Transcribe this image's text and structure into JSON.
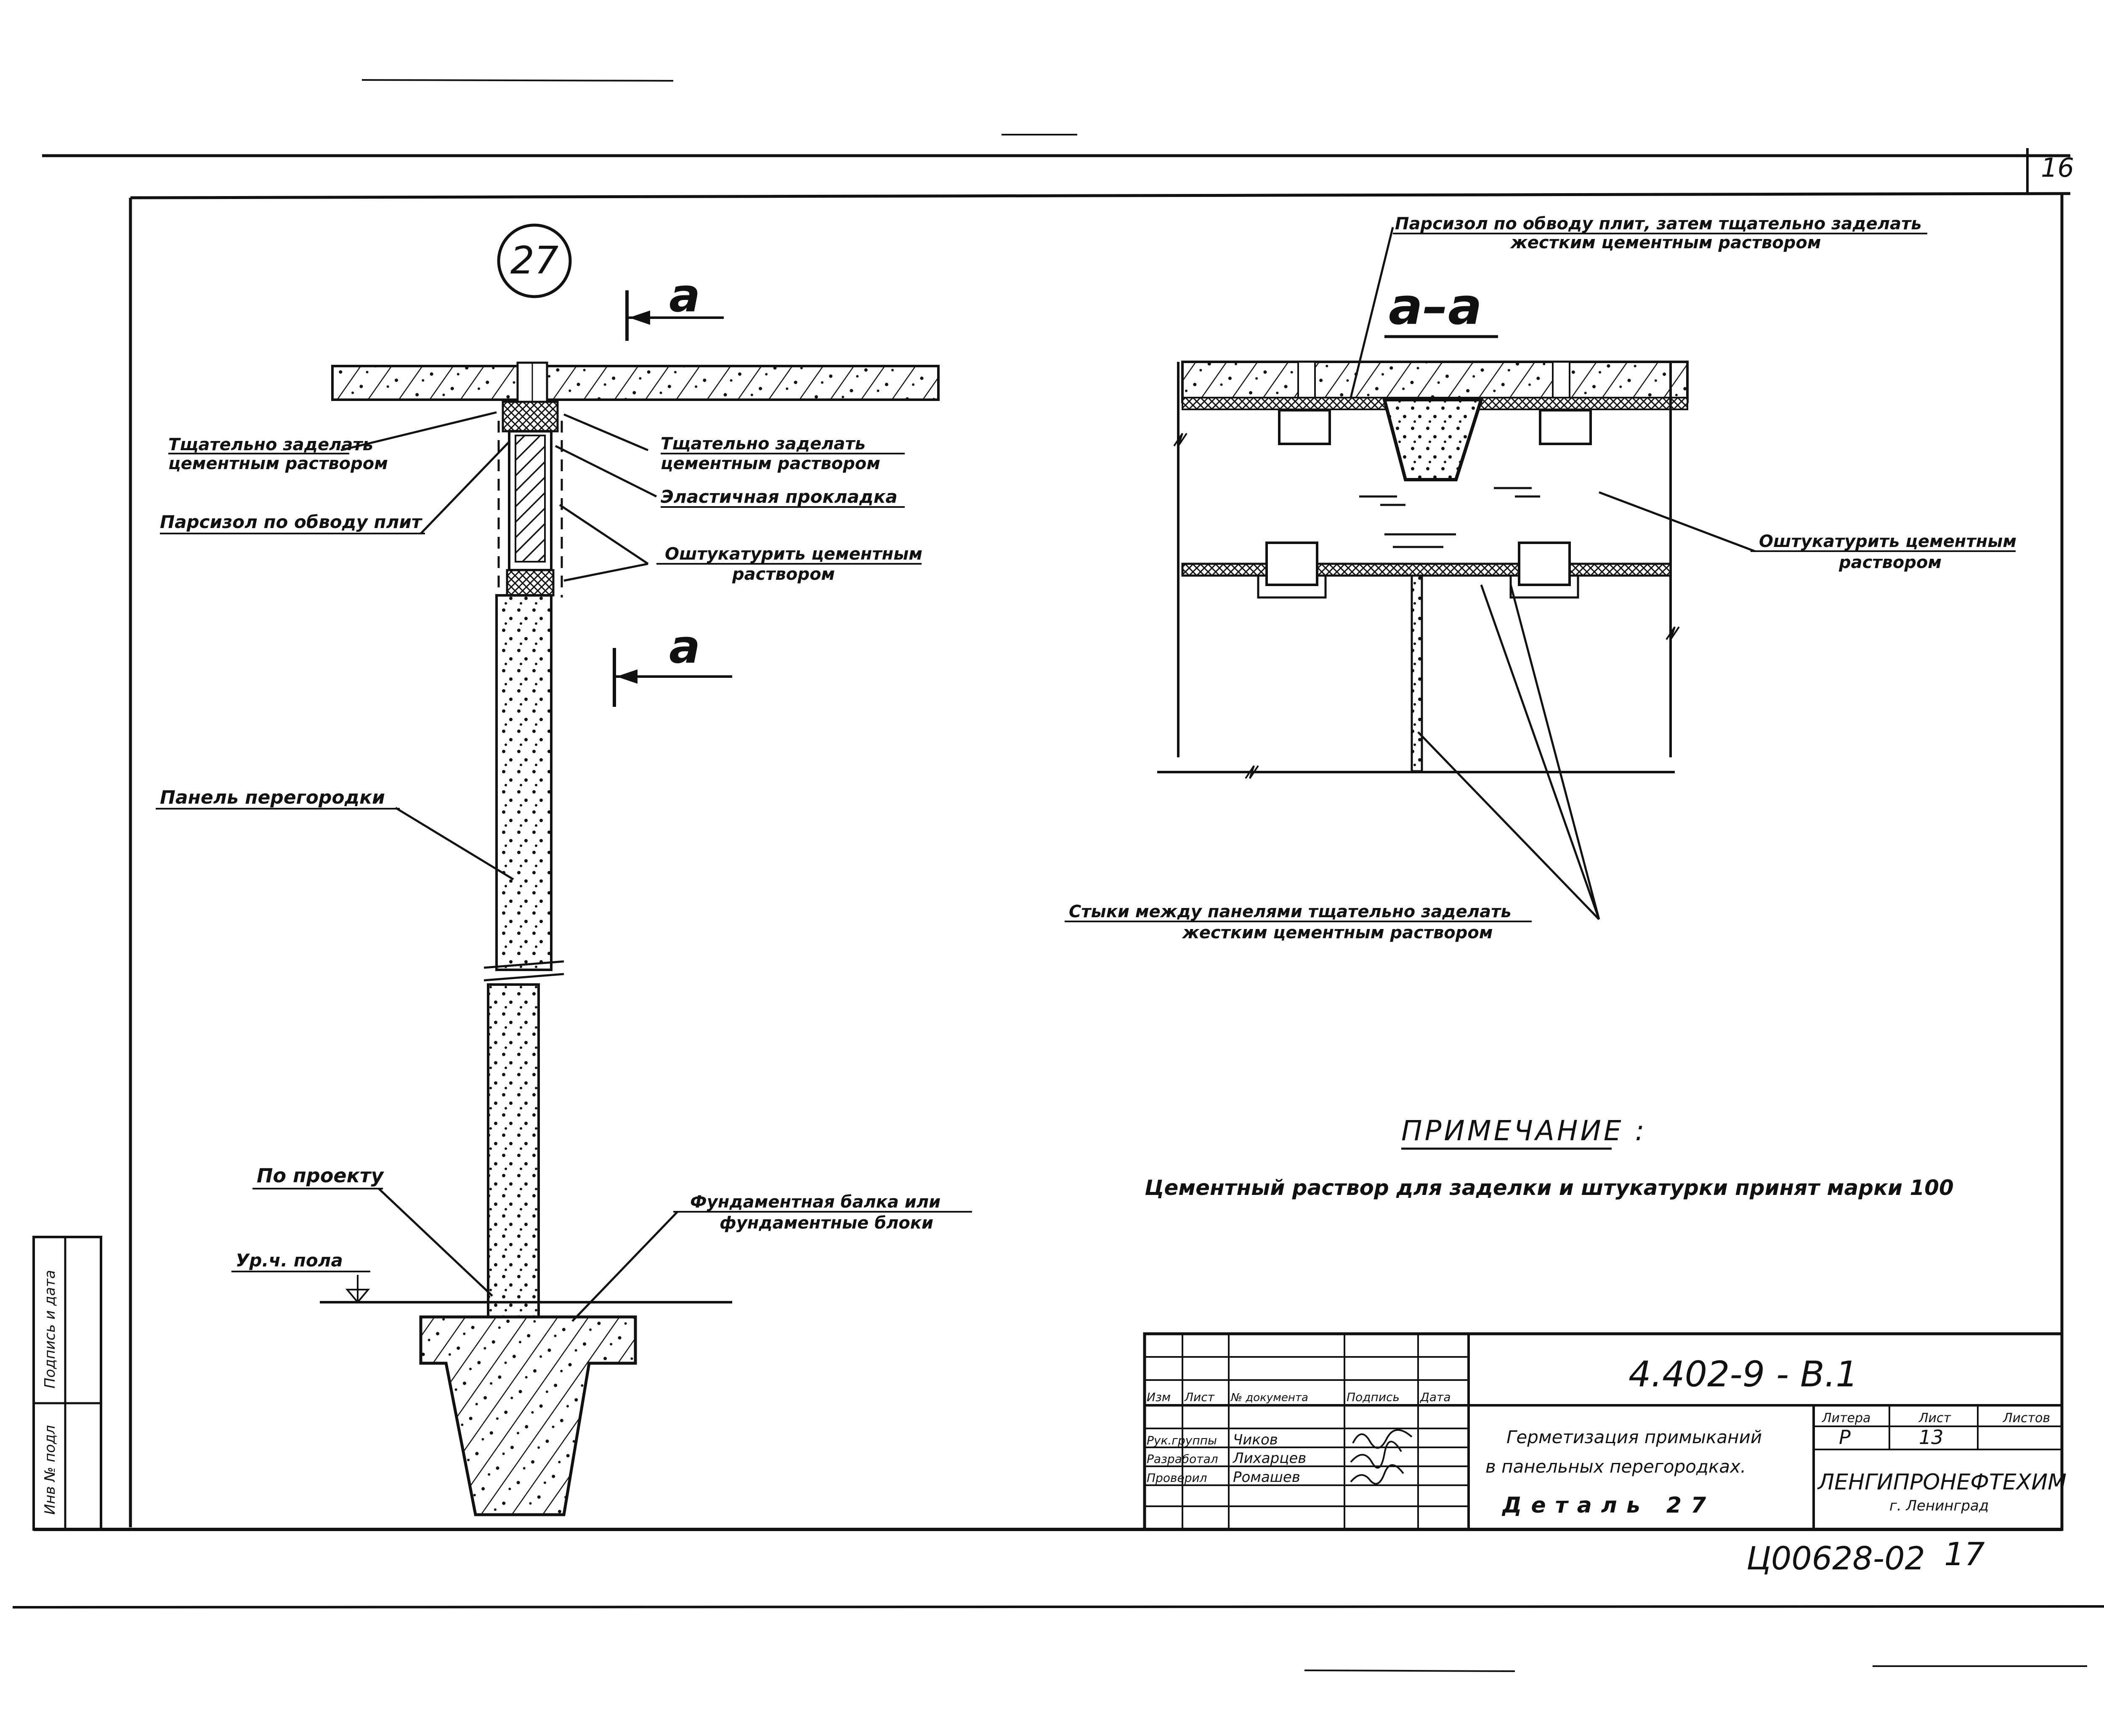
{
  "sheet": {
    "page_number": "16",
    "detail_number": "27",
    "section_mark": "а",
    "section_title": "а–а"
  },
  "left_callouts": {
    "seal_left": [
      "Тщательно заделать",
      "цементным раствором"
    ],
    "seal_right": [
      "Тщательно заделать",
      "цементным раствором"
    ],
    "elastic_gasket": "Эластичная прокладка",
    "parsizol": "Парсизол по обводу плит",
    "plaster": [
      "Оштукатурить цементным",
      "раствором"
    ],
    "partition_panel": "Панель перегородки",
    "by_project": "По проекту",
    "floor_level": "Ур.ч. пола",
    "foundation": [
      "Фундаментная балка или",
      "фундаментные блоки"
    ]
  },
  "right_callouts": {
    "top_note": [
      "Парсизол по обводу плит, затем тщательно заделать",
      "жестким цементным раствором"
    ],
    "plaster": [
      "Оштукатурить цементным",
      "раствором"
    ],
    "joints": [
      "Стыки между панелями тщательно заделать",
      "жестким цементным раствором"
    ]
  },
  "note": {
    "heading": "ПРИМЕЧАНИЕ :",
    "text": "Цементный раствор для заделки и штукатурки принят марки 100"
  },
  "side_stamp": {
    "sign_date": "Подпись и дата",
    "inv_no": "Инв № подл"
  },
  "title_block": {
    "code": "4.402-9 - В.1",
    "headers": [
      "Изм",
      "Лист",
      "№ документа",
      "Подпись",
      "Дата"
    ],
    "roles": [
      {
        "role": "Рук.группы",
        "name": "Чиков"
      },
      {
        "role": "Разработал",
        "name": "Лихарцев"
      },
      {
        "role": "Проверил",
        "name": "Ромашев"
      }
    ],
    "description": [
      "Герметизация примыканий",
      "в панельных перегородках.",
      "Деталь 27"
    ],
    "stage_label": "Литера",
    "stage_value": "Р",
    "sheet_label": "Лист",
    "sheet_value": "13",
    "sheets_label": "Листов",
    "organization": "ЛЕНГИПРОНЕФТЕХИМ",
    "city": "г. Ленинград"
  },
  "footer": {
    "archive_code": "Ц00628-02",
    "archive_page": "17"
  }
}
